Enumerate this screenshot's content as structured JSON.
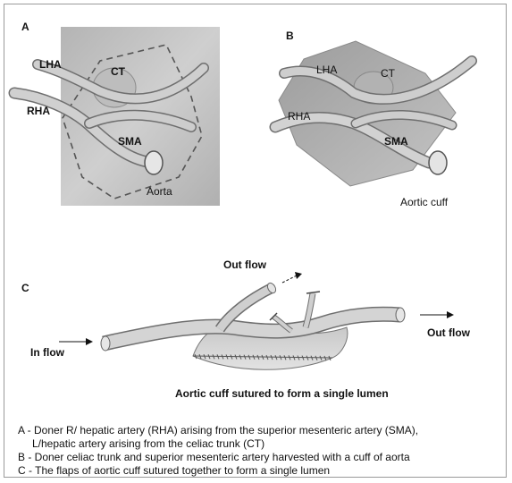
{
  "panel_a": {
    "letter": "A",
    "lha": "LHA",
    "ct": "CT",
    "rha": "RHA",
    "sma": "SMA",
    "aorta": "Aorta"
  },
  "panel_b": {
    "letter": "B",
    "lha": "LHA",
    "ct": "CT",
    "rha": "RHA",
    "sma": "SMA",
    "aortic_cuff": "Aortic cuff"
  },
  "panel_c": {
    "letter": "C",
    "out_flow_top": "Out flow",
    "in_flow": "In flow",
    "out_flow_right": "Out flow",
    "caption": "Aortic cuff sutured to form  a single lumen"
  },
  "legend": {
    "a_line1": "A - Doner R/ hepatic artery (RHA) arising from the superior mesenteric artery (SMA),",
    "a_line2": "L/hepatic artery arising from the celiac trunk (CT)",
    "b": "B - Doner celiac trunk and superior mesenteric artery harvested with a cuff of aorta",
    "c": "C - The flaps of aortic cuff sutured together to form a single lumen"
  },
  "colors": {
    "vessel_fill": "#c9c9c9",
    "vessel_stroke": "#6f6f6f",
    "tissue": "#bcbcbc"
  }
}
